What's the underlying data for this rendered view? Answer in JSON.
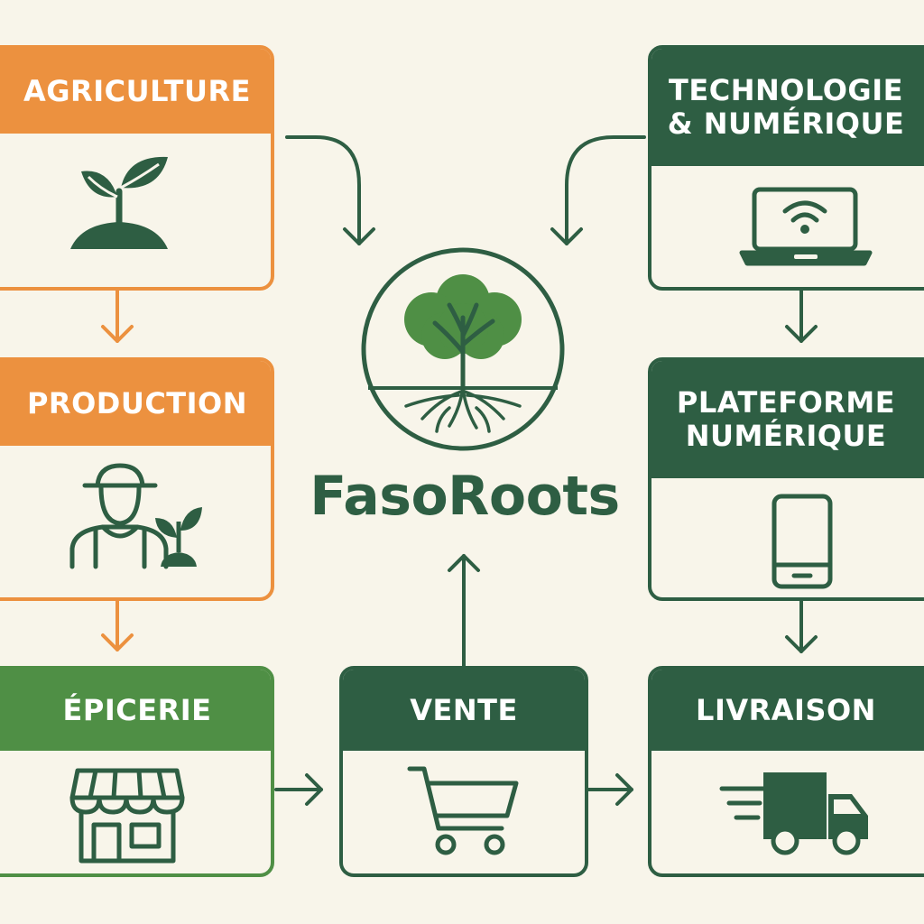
{
  "brand": {
    "name": "FasoRoots"
  },
  "nodes": {
    "agriculture": {
      "label": "AGRICULTURE",
      "icon": "seedling-icon"
    },
    "production": {
      "label": "PRODUCTION",
      "icon": "farmer-icon"
    },
    "epicerie": {
      "label": "ÉPICERIE",
      "icon": "storefront-icon"
    },
    "vente": {
      "label": "VENTE",
      "icon": "shopping-cart-icon"
    },
    "livraison": {
      "label": "LIVRAISON",
      "icon": "delivery-truck-icon"
    },
    "technologie": {
      "label_line1": "TECHNOLOGIE",
      "label_line2": "& NUMÉRIQUE",
      "icon": "laptop-wifi-icon"
    },
    "plateforme": {
      "label_line1": "PLATEFORME",
      "label_line2": "NUMÉRIQUE",
      "icon": "smartphone-icon"
    }
  },
  "colors": {
    "orange": "#ec913f",
    "light_green": "#4f8f45",
    "dark_green": "#2e5e43",
    "background": "#f8f5ea"
  }
}
